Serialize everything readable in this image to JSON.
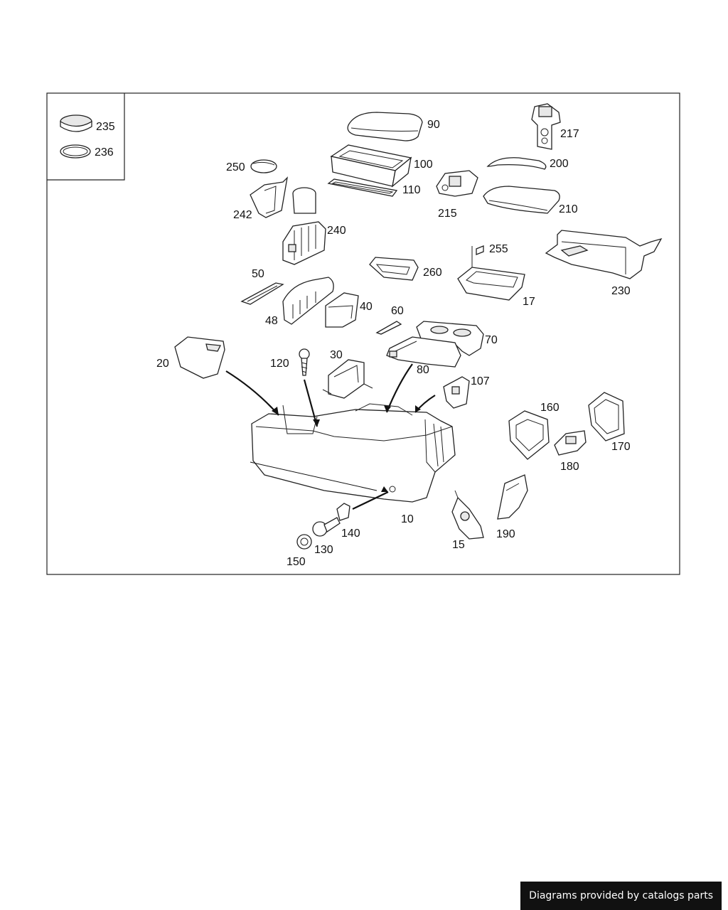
{
  "diagram": {
    "legend": [
      {
        "id": "235",
        "label": "235"
      },
      {
        "id": "236",
        "label": "236"
      }
    ],
    "callouts": [
      {
        "id": "90",
        "label": "90"
      },
      {
        "id": "100",
        "label": "100"
      },
      {
        "id": "110",
        "label": "110"
      },
      {
        "id": "217",
        "label": "217"
      },
      {
        "id": "200",
        "label": "200"
      },
      {
        "id": "215",
        "label": "215"
      },
      {
        "id": "210",
        "label": "210"
      },
      {
        "id": "250",
        "label": "250"
      },
      {
        "id": "242",
        "label": "242"
      },
      {
        "id": "240",
        "label": "240"
      },
      {
        "id": "255",
        "label": "255"
      },
      {
        "id": "230",
        "label": "230"
      },
      {
        "id": "50",
        "label": "50"
      },
      {
        "id": "260",
        "label": "260"
      },
      {
        "id": "17",
        "label": "17"
      },
      {
        "id": "48",
        "label": "48"
      },
      {
        "id": "40",
        "label": "40"
      },
      {
        "id": "60",
        "label": "60"
      },
      {
        "id": "70",
        "label": "70"
      },
      {
        "id": "20",
        "label": "20"
      },
      {
        "id": "120",
        "label": "120"
      },
      {
        "id": "30",
        "label": "30"
      },
      {
        "id": "80",
        "label": "80"
      },
      {
        "id": "107",
        "label": "107"
      },
      {
        "id": "160",
        "label": "160"
      },
      {
        "id": "170",
        "label": "170"
      },
      {
        "id": "180",
        "label": "180"
      },
      {
        "id": "10",
        "label": "10"
      },
      {
        "id": "140",
        "label": "140"
      },
      {
        "id": "130",
        "label": "130"
      },
      {
        "id": "150",
        "label": "150"
      },
      {
        "id": "15",
        "label": "15"
      },
      {
        "id": "190",
        "label": "190"
      }
    ]
  },
  "footer": {
    "text": "Diagrams provided by catalogs parts"
  }
}
